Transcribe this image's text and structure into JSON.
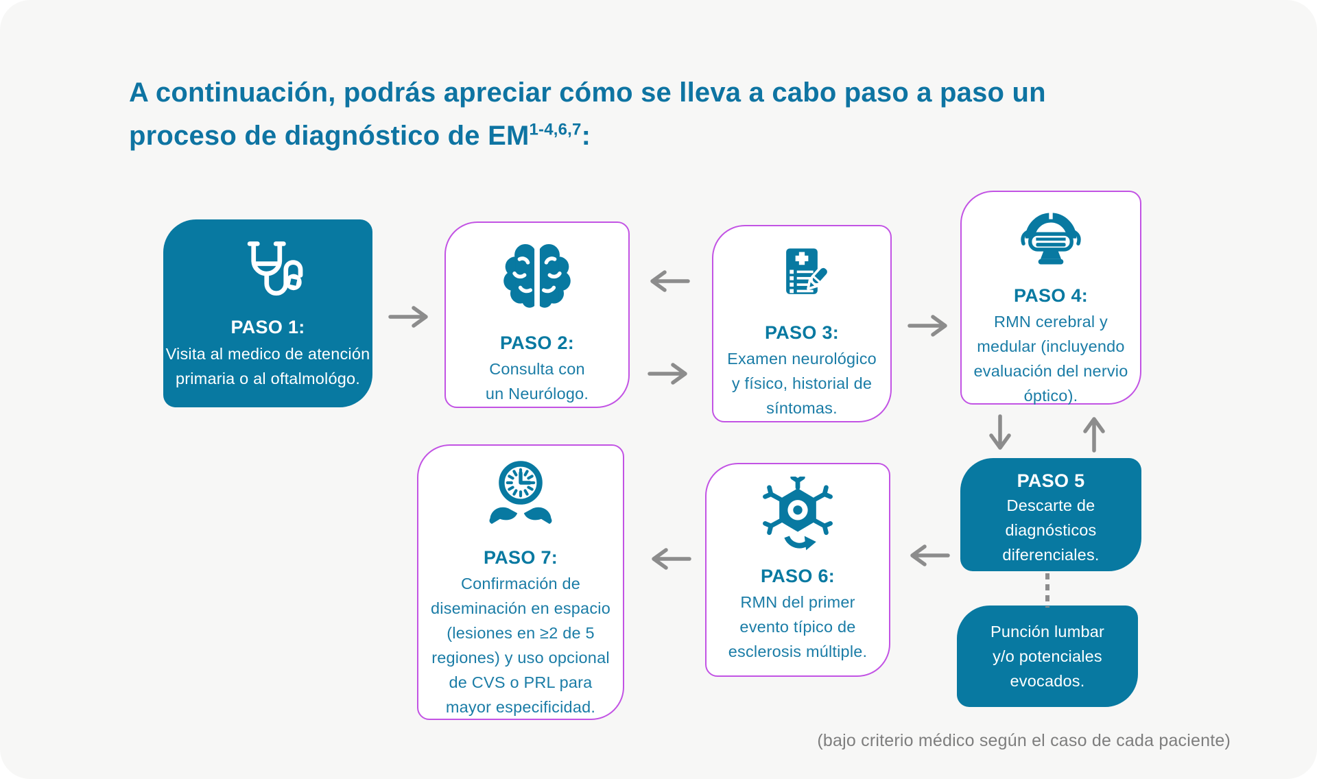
{
  "title": {
    "line1": "A continuación, podrás apreciar cómo se lleva a cabo paso a paso un",
    "line2": "proceso de diagnóstico de EM",
    "superscript": "1-4,6,7",
    "colon": ":"
  },
  "steps": {
    "paso1": {
      "heading": "PASO 1:",
      "body": [
        "Visita al medico de atención",
        "primaria o al oftalmológo."
      ],
      "icon": "stethoscope-icon",
      "variant": "filled"
    },
    "paso2": {
      "heading": "PASO 2:",
      "body": [
        "Consulta con",
        "un Neurólogo."
      ],
      "icon": "brain-icon",
      "variant": "outlined"
    },
    "paso3": {
      "heading": "PASO 3:",
      "body": [
        "Examen neurológico",
        "y físico, historial de",
        "síntomas."
      ],
      "icon": "medical-checklist-icon",
      "variant": "outlined"
    },
    "paso4": {
      "heading": "PASO 4:",
      "body": [
        "RMN cerebral y",
        "medular (incluyendo",
        "evaluación del nervio",
        "óptico)."
      ],
      "icon": "mri-scanner-icon",
      "variant": "outlined"
    },
    "paso5": {
      "heading": "PASO 5",
      "body": [
        "Descarte de",
        "diagnósticos",
        "diferenciales."
      ],
      "icon": "none",
      "variant": "filled"
    },
    "puncion": {
      "heading": "",
      "body": [
        "Punción lumbar",
        "y/o potenciales",
        "evocados."
      ],
      "icon": "none",
      "variant": "filled"
    },
    "paso6": {
      "heading": "PASO 6:",
      "body": [
        "RMN del primer",
        "evento típico de",
        "esclerosis múltiple."
      ],
      "icon": "neuron-icon",
      "variant": "outlined"
    },
    "paso7": {
      "heading": "PASO 7:",
      "body": [
        "Confirmación de",
        "diseminación en espacio",
        "(lesiones en ≥2 de 5",
        "regiones) y uso opcional",
        "de CVS o PRL para",
        "mayor especificidad."
      ],
      "icon": "clock-in-hands-icon",
      "variant": "outlined"
    }
  },
  "connectors": [
    "arrow-right paso1→paso2",
    "arrow-left paso3→paso2",
    "arrow-right paso2→paso3",
    "arrow-right paso3→paso4",
    "arrow-down paso4→paso5",
    "arrow-up paso5→paso4",
    "arrow-left paso5→paso6",
    "arrow-left paso6→paso7",
    "dotted-line paso5→puncion"
  ],
  "footnote": "(bajo criterio médico según el caso de cada paciente)",
  "colors": {
    "accent_teal": "#0879a1",
    "title_teal": "#0e74a2",
    "outline_purple": "#c253e4",
    "arrow_gray": "#8c8c8c",
    "footnote_gray": "#7e7e7e",
    "card_background": "#f7f7f6"
  }
}
